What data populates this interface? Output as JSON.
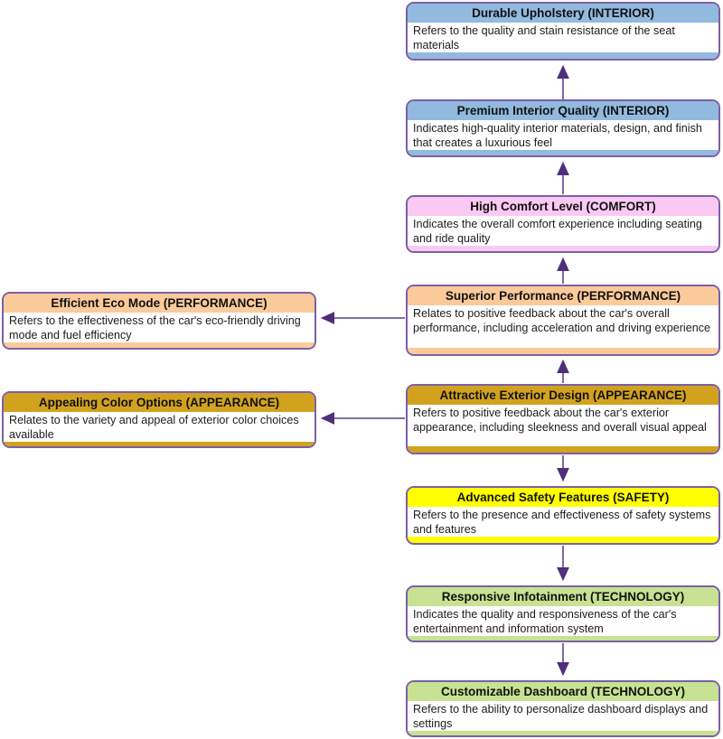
{
  "diagram": {
    "type": "concept-map",
    "subject": "car feature feedback topics",
    "colors": {
      "background": "#ffffff",
      "node_border": "#7b5fa6",
      "node_body_bg": "#ffffff",
      "arrow_line": "#71589f",
      "arrow_head": "#4f2f7c",
      "categories": {
        "INTERIOR": "#92b9de",
        "COMFORT": "#fac9f3",
        "PERFORMANCE": "#fbca9b",
        "APPEARANCE": "#d2a21f",
        "SAFETY": "#ffff00",
        "TECHNOLOGY": "#c6e292"
      }
    },
    "nodes": [
      {
        "id": "durable-upholstery",
        "title": "Durable Upholstery (INTERIOR)",
        "description": "Refers to the quality and stain resistance of the seat materials",
        "category": "INTERIOR",
        "color": "#92b9de"
      },
      {
        "id": "premium-interior-quality",
        "title": "Premium Interior Quality (INTERIOR)",
        "description": "Indicates high-quality interior materials, design, and finish that creates a luxurious feel",
        "category": "INTERIOR",
        "color": "#92b9de"
      },
      {
        "id": "high-comfort-level",
        "title": "High Comfort Level (COMFORT)",
        "description": "Indicates the overall comfort experience including seating and ride quality",
        "category": "COMFORT",
        "color": "#fac9f3"
      },
      {
        "id": "superior-performance",
        "title": "Superior Performance (PERFORMANCE)",
        "description": "Relates to positive feedback about the car's overall performance, including acceleration and driving experience",
        "category": "PERFORMANCE",
        "color": "#fbca9b"
      },
      {
        "id": "attractive-exterior-design",
        "title": "Attractive Exterior Design (APPEARANCE)",
        "description": "Refers to positive feedback about the car's exterior appearance, including sleekness and overall visual appeal",
        "category": "APPEARANCE",
        "color": "#d2a21f"
      },
      {
        "id": "advanced-safety-features",
        "title": "Advanced Safety Features (SAFETY)",
        "description": "Refers to the presence and effectiveness of safety systems and features",
        "category": "SAFETY",
        "color": "#ffff00"
      },
      {
        "id": "responsive-infotainment",
        "title": "Responsive Infotainment (TECHNOLOGY)",
        "description": "Indicates the quality and responsiveness of the car's entertainment and information system",
        "category": "TECHNOLOGY",
        "color": "#c6e292"
      },
      {
        "id": "customizable-dashboard",
        "title": "Customizable Dashboard (TECHNOLOGY)",
        "description": "Refers to the ability to personalize dashboard displays and settings",
        "category": "TECHNOLOGY",
        "color": "#c6e292"
      },
      {
        "id": "efficient-eco-mode",
        "title": "Efficient Eco Mode (PERFORMANCE)",
        "description": "Refers to the effectiveness of the car's eco-friendly driving mode and fuel efficiency",
        "category": "PERFORMANCE",
        "color": "#fbca9b"
      },
      {
        "id": "appealing-color-options",
        "title": "Appealing Color Options (APPEARANCE)",
        "description": "Relates to the variety and appeal of exterior color choices available",
        "category": "APPEARANCE",
        "color": "#d2a21f"
      }
    ],
    "edges": [
      {
        "from": "premium-interior-quality",
        "to": "durable-upholstery",
        "direction": "up"
      },
      {
        "from": "high-comfort-level",
        "to": "premium-interior-quality",
        "direction": "up"
      },
      {
        "from": "superior-performance",
        "to": "high-comfort-level",
        "direction": "up"
      },
      {
        "from": "attractive-exterior-design",
        "to": "superior-performance",
        "direction": "up"
      },
      {
        "from": "superior-performance",
        "to": "efficient-eco-mode",
        "direction": "left"
      },
      {
        "from": "attractive-exterior-design",
        "to": "appealing-color-options",
        "direction": "left"
      },
      {
        "from": "attractive-exterior-design",
        "to": "advanced-safety-features",
        "direction": "down"
      },
      {
        "from": "advanced-safety-features",
        "to": "responsive-infotainment",
        "direction": "down"
      },
      {
        "from": "responsive-infotainment",
        "to": "customizable-dashboard",
        "direction": "down"
      }
    ]
  }
}
